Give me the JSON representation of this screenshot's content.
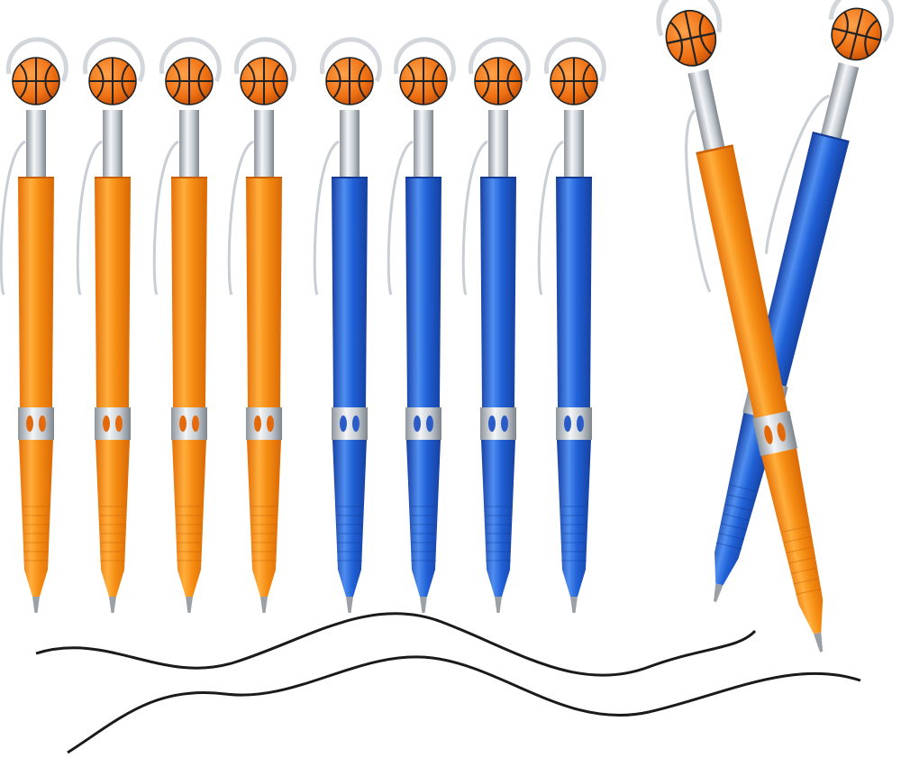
{
  "product": {
    "pen_count": 10,
    "colors": {
      "orange": "#f08a12",
      "orange_dark": "#d56a06",
      "orange_light": "#ffb24a",
      "blue": "#1e5fd6",
      "blue_dark": "#163f9e",
      "blue_light": "#4f8ef0",
      "chrome": "#d9dde2",
      "chrome_dark": "#8d949c",
      "ink": "#1a1a1a",
      "ball": "#f07a1c",
      "ball_line": "#222222"
    },
    "row_pens": [
      "orange",
      "orange",
      "orange",
      "orange",
      "blue",
      "blue",
      "blue",
      "blue"
    ],
    "crossed_pens": [
      "blue",
      "orange"
    ],
    "icon": "basketball-icon"
  }
}
